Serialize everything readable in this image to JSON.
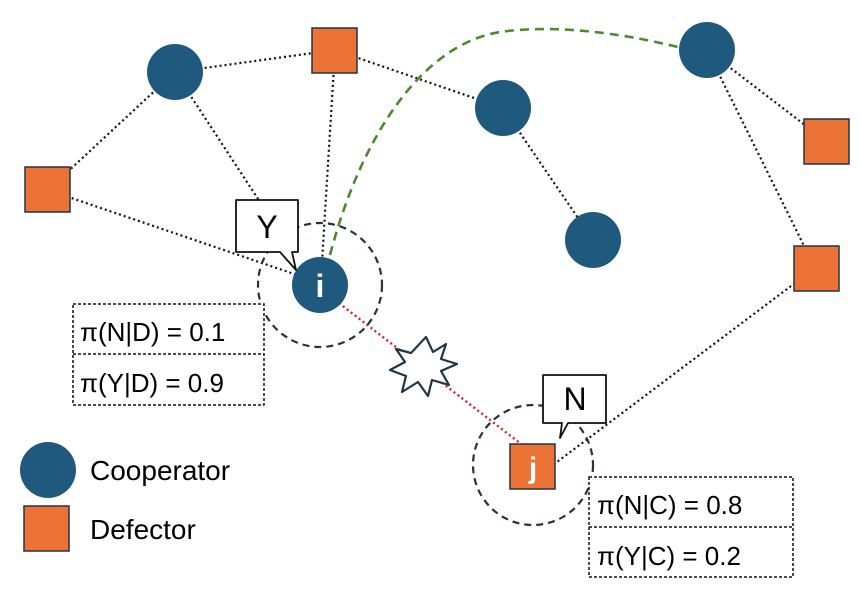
{
  "colors": {
    "cooperator": "#1F5A7E",
    "defector": "#EB7336",
    "edge": "#111111",
    "dashed_link": "#4B8A2E",
    "conflict_link": "#D61F26",
    "focus_circle": "#1F3545"
  },
  "nodes": {
    "i": {
      "label": "i",
      "type": "cooperator"
    },
    "j": {
      "label": "j",
      "type": "defector"
    }
  },
  "speech": {
    "i": "Y",
    "j": "N"
  },
  "policies": {
    "i": [
      "π(N|D) = 0.1",
      "π(Y|D) = 0.9"
    ],
    "j": [
      "π(N|C) = 0.8",
      "π(Y|C) = 0.2"
    ]
  },
  "legend": {
    "cooperator": "Cooperator",
    "defector": "Defector"
  },
  "icons": {
    "conflict": "burst-icon",
    "speech": "speech-bubble-icon"
  }
}
